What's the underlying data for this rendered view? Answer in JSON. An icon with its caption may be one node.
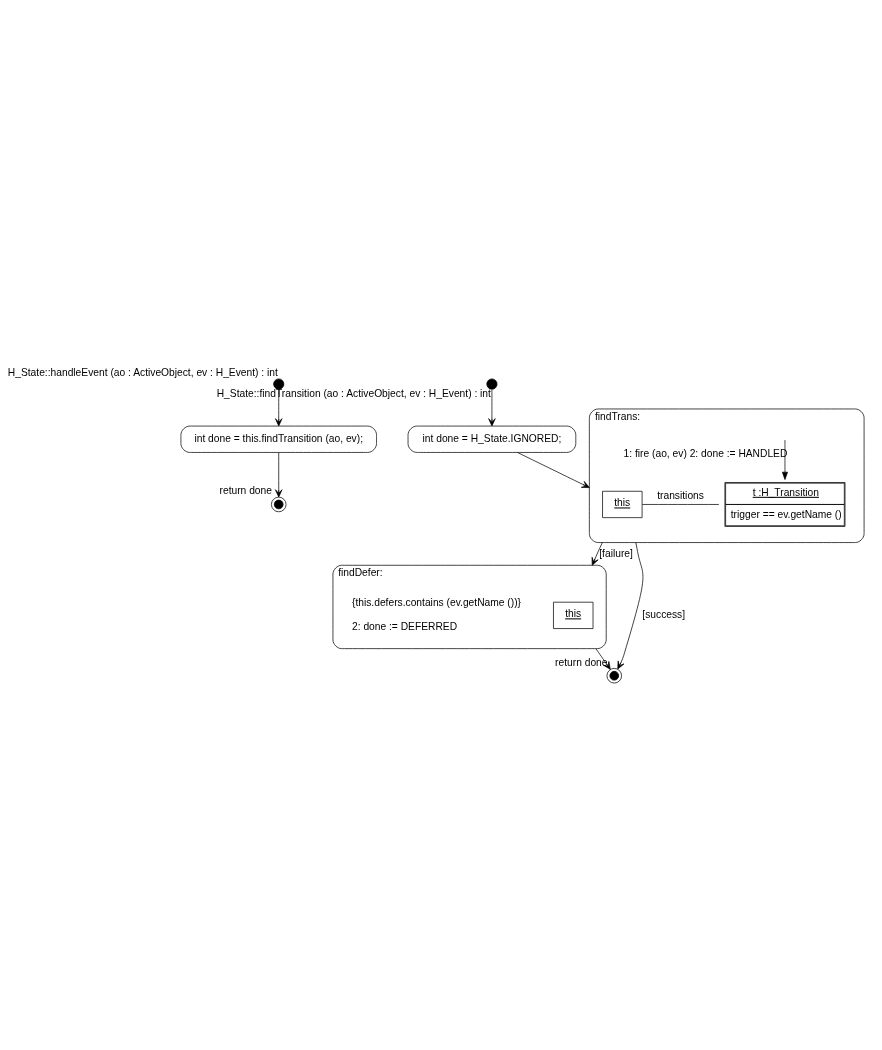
{
  "diagram": {
    "nodes": [
      {
        "text": [],
        "shape": "circle",
        "beside": [
          "H_State::handleEvent (ao : ActiveObject, ev : H_Event) : int"
        ]
      },
      {
        "text": [
          "int done = this.findTransition (ao, ev);"
        ]
      },
      {
        "text": [],
        "shape": "circle",
        "beside": [
          "return done"
        ]
      },
      {
        "text": [],
        "shape": "circle",
        "beside": [
          "H_State::findTransition (ao : ActiveObject, ev : H_Event) : int"
        ]
      },
      {
        "text": [
          "int done = H_State.IGNORED;"
        ]
      },
      {
        "text": [
          "findTrans:"
        ]
      },
      {
        "text": [
          "this"
        ],
        "in": 5
      },
      {
        "text": [
          "t :H_Transition",
          "trigger == ev.getName ()"
        ],
        "in": 5
      },
      {
        "text": [
          "findDefer:"
        ]
      },
      {
        "text": [
          "this"
        ],
        "in": 8
      },
      {
        "text": [
          "{this.defers.contains (ev.getName ())}",
          "2: done := DEFERRED"
        ],
        "in": 8
      },
      {
        "text": [],
        "shape": "circle",
        "beside": [
          "return done"
        ]
      }
    ],
    "edges": [
      {
        "from": 0,
        "to": 1,
        "arrow": "to"
      },
      {
        "from": 1,
        "to": 2,
        "arrow": "to"
      },
      {
        "from": 3,
        "to": 4,
        "arrow": "to"
      },
      {
        "from": 4,
        "to": 5,
        "arrow": "to"
      },
      {
        "from": 6,
        "to": 7,
        "arrow": "none",
        "label": "transitions"
      },
      {
        "from": null,
        "to": 7,
        "arrow": "to",
        "label": "1: fire (ao, ev) 2: done := HANDLED"
      },
      {
        "from": 5,
        "to": 8,
        "arrow": "to",
        "label": "[failure]"
      },
      {
        "from": 5,
        "to": 11,
        "arrow": "to",
        "label": "[success]"
      },
      {
        "from": 8,
        "to": 11,
        "arrow": "to"
      }
    ]
  }
}
